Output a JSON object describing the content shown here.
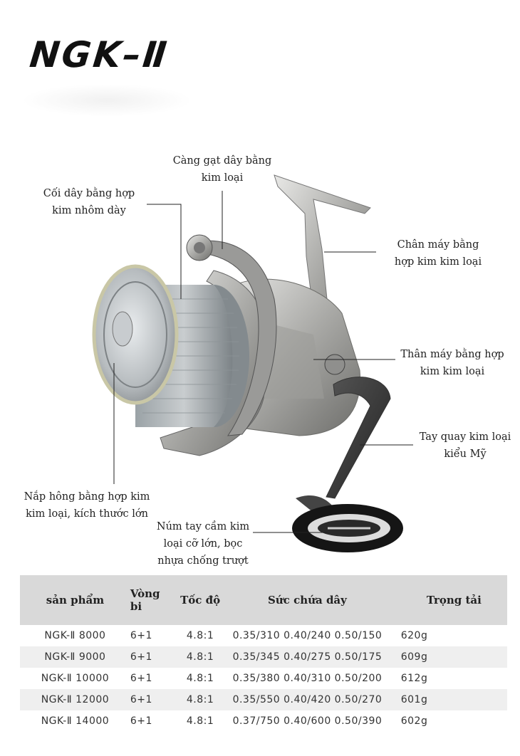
{
  "title": "NGK–Ⅱ",
  "callouts": {
    "bail": "Càng gạt dây bằng\nkim loại",
    "spool": "Cối dây bằng hợp\nkim nhôm dày",
    "stem": "Chân máy bằng\nhợp kim kim loại",
    "body": "Thân máy bằng hợp\nkim kim loại",
    "handle": "Tay quay kim loại\nkiểu Mỹ",
    "side_cover": "Nắp hông bằng hợp kim\nkim loại, kích thước lớn",
    "knob": "Núm tay cầm kim\nloại cỡ lớn, bọc\nnhựa chống trượt"
  },
  "table": {
    "headers": {
      "product": "sản phẩm",
      "bearings": "Vòng\nbi",
      "speed": "Tốc độ",
      "capacity": "Sức chứa dây",
      "load": "Trọng tải"
    },
    "rows": [
      {
        "product": "NGK-Ⅱ 8000",
        "bearings": "6+1",
        "speed": "4.8:1",
        "capacity": "0.35/310 0.40/240 0.50/150",
        "load": "620g"
      },
      {
        "product": "NGK-Ⅱ 9000",
        "bearings": "6+1",
        "speed": "4.8:1",
        "capacity": "0.35/345 0.40/275 0.50/175",
        "load": "609g"
      },
      {
        "product": "NGK-Ⅱ 10000",
        "bearings": "6+1",
        "speed": "4.8:1",
        "capacity": "0.35/380 0.40/310 0.50/200",
        "load": "612g"
      },
      {
        "product": "NGK-Ⅱ 12000",
        "bearings": "6+1",
        "speed": "4.8:1",
        "capacity": "0.35/550 0.40/420 0.50/270",
        "load": "601g"
      },
      {
        "product": "NGK-Ⅱ 14000",
        "bearings": "6+1",
        "speed": "4.8:1",
        "capacity": "0.37/750 0.40/600 0.50/390",
        "load": "602g"
      }
    ]
  }
}
